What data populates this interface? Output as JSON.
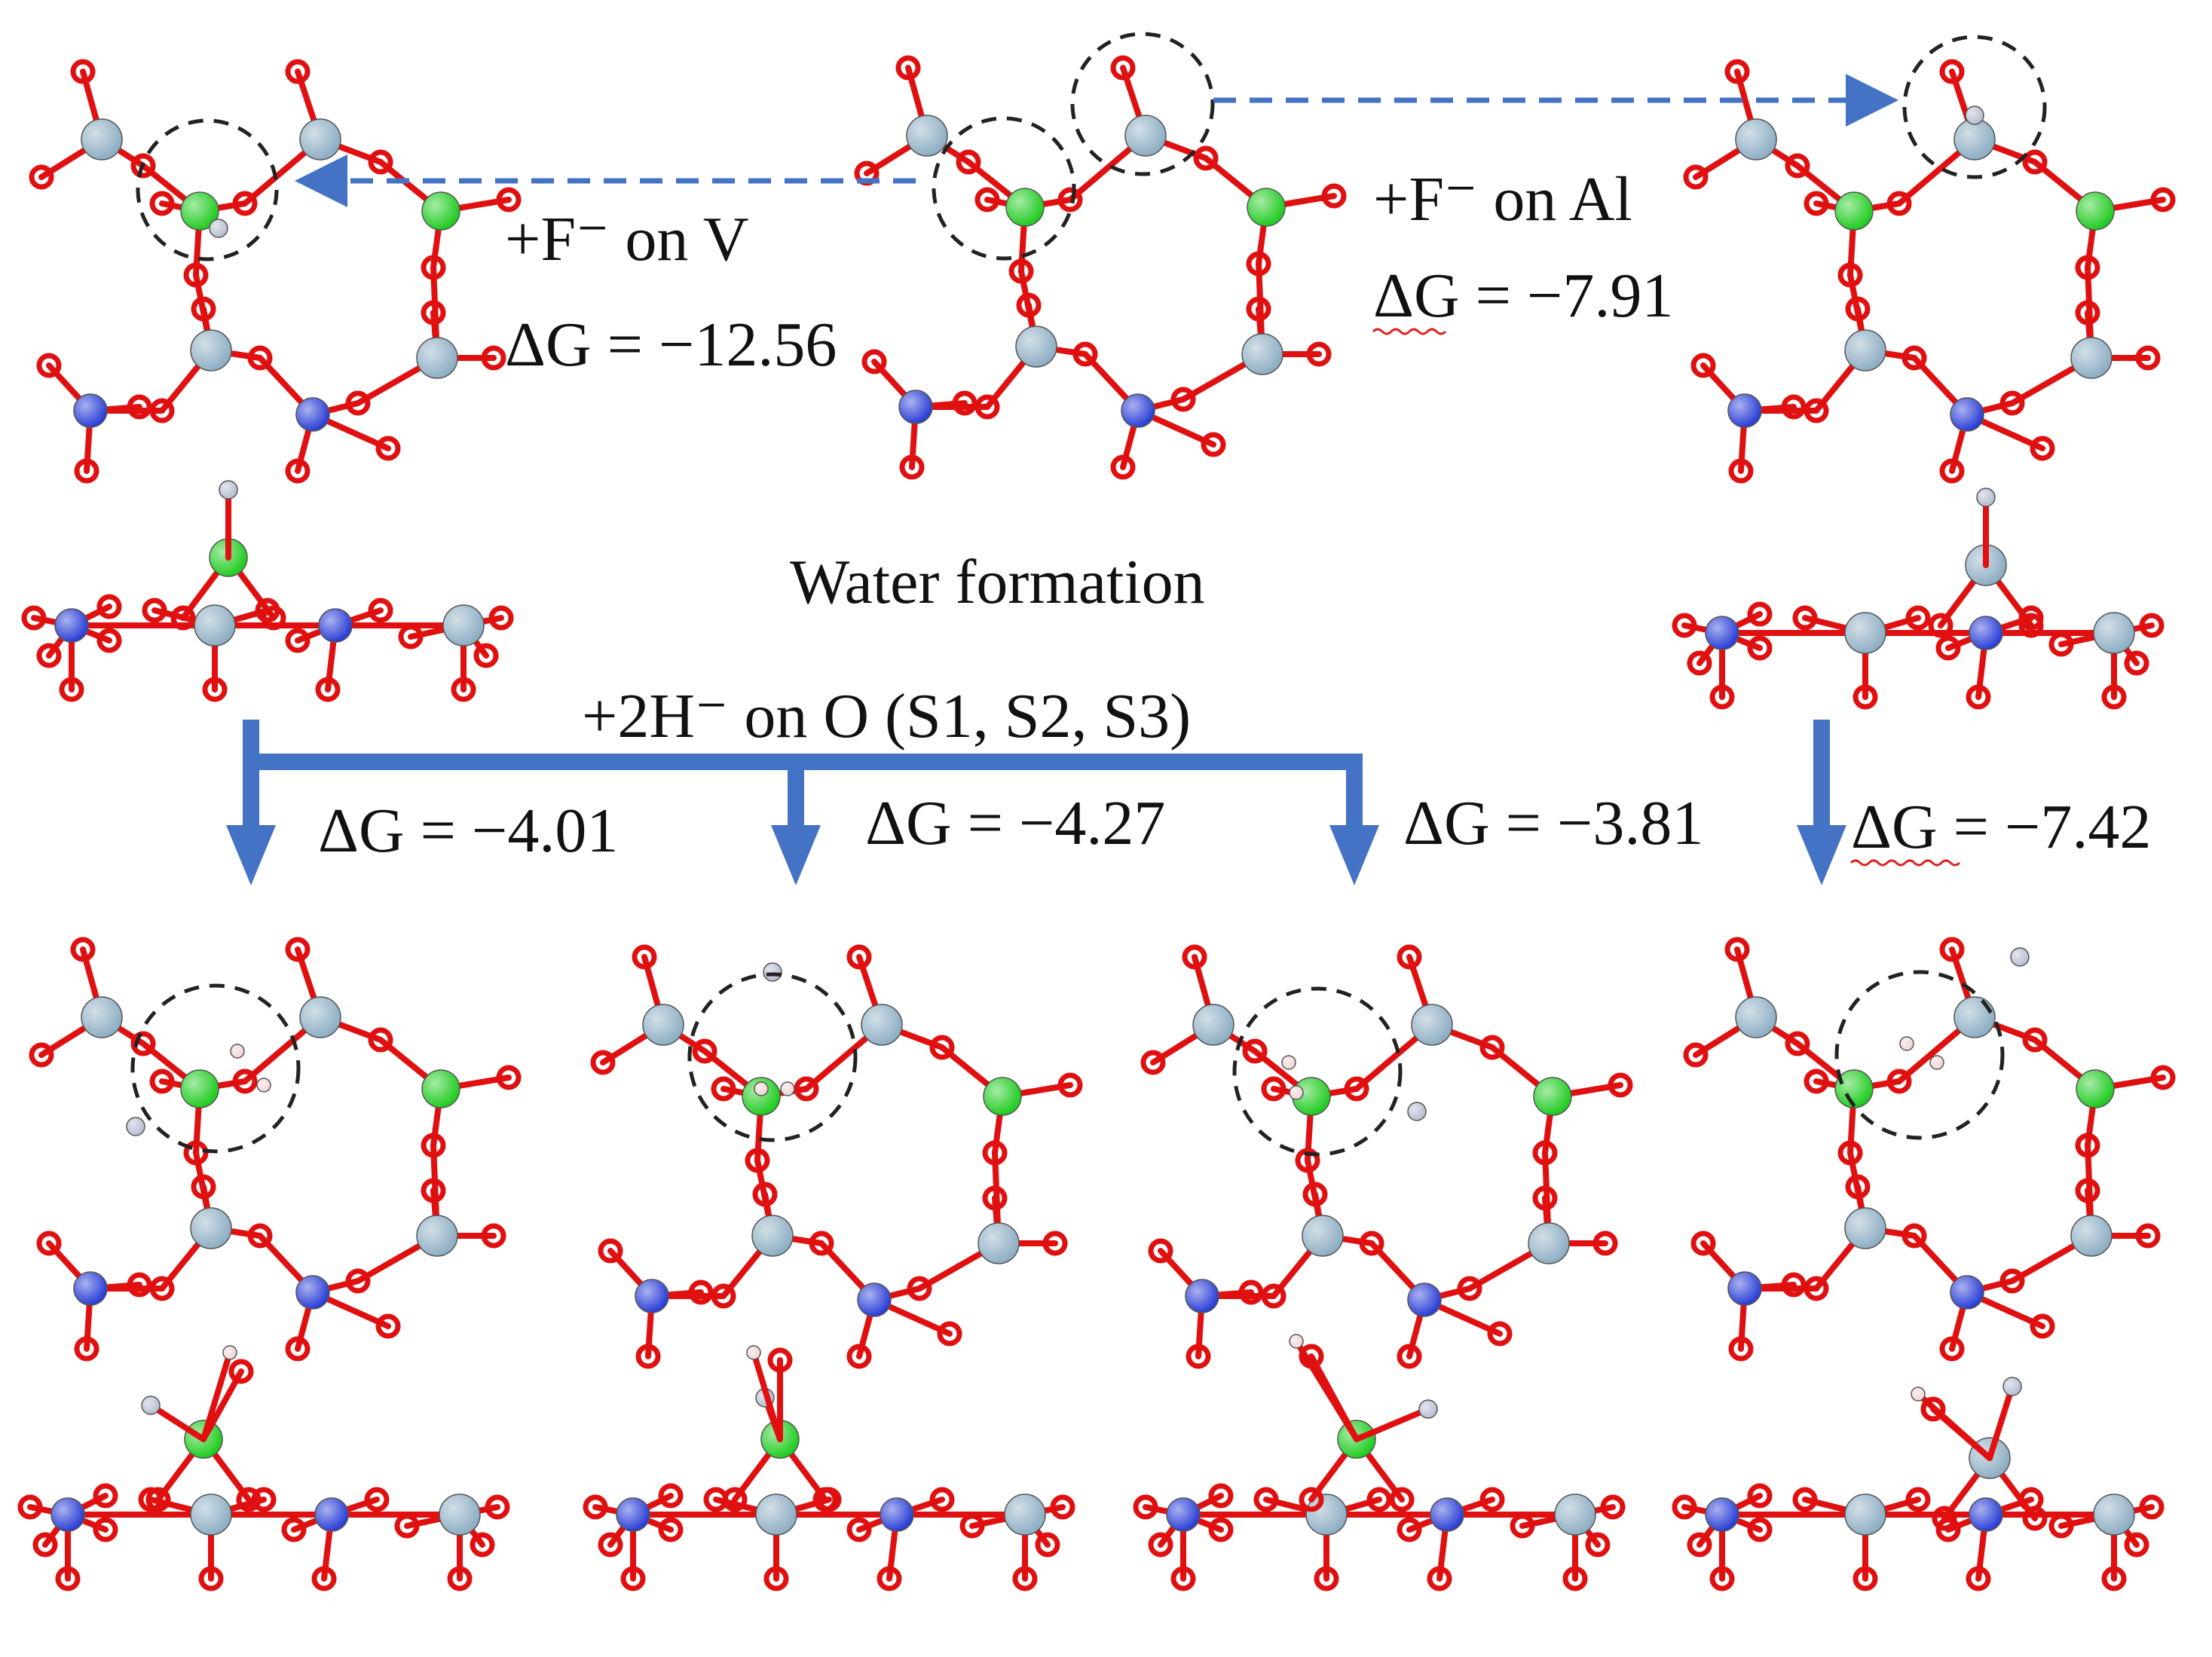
{
  "labels": {
    "f_on_v": "+F⁻ on V",
    "dg_v": "ΔG = −12.56",
    "f_on_al": "+F⁻ on Al",
    "dg_al": "ΔG = −7.91",
    "water_formation": "Water formation",
    "h_on_o": "+2H⁻ on O (S1, S2, S3)",
    "dg_s1": "ΔG = −4.01",
    "dg_s2": "ΔG = −4.27",
    "dg_s3": "ΔG = −3.81",
    "dg_al_water": "ΔG = −7.42"
  },
  "colors": {
    "oxygen": "#e01010",
    "aluminum": "#8fafc4",
    "vanadium": "#22cc22",
    "phosphorus": "#2b3fd6",
    "fluorine": "#b8bed2",
    "hydrogen": "#f2d6d6",
    "bond": "#c44",
    "arrow": "#4472c4",
    "circle": "#222222"
  },
  "atom_types": [
    "oxygen-atom",
    "aluminum-atom",
    "vanadium-atom",
    "phosphorus-atom",
    "fluorine-atom",
    "hydrogen-atom"
  ]
}
